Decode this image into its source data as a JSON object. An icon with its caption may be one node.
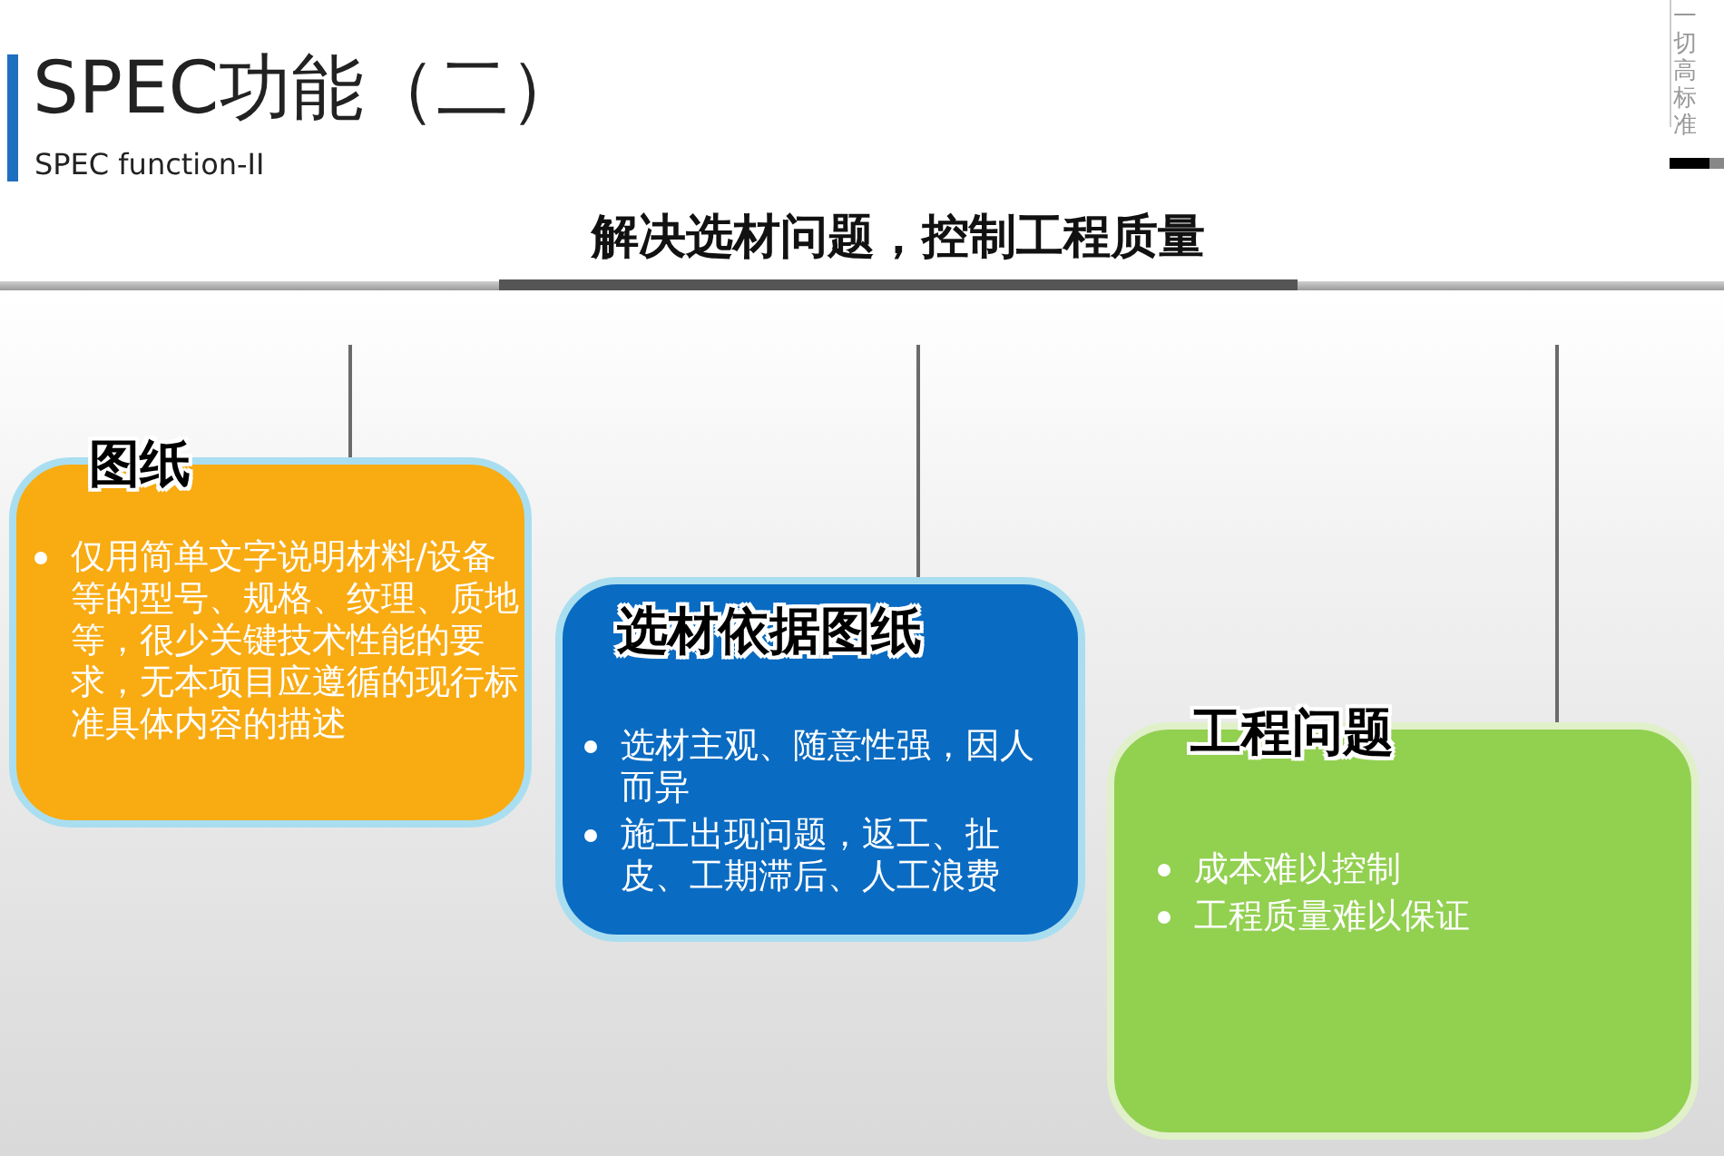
{
  "diagram": {
    "title": "SPEC功能（二）",
    "nodes": [
      {
        "text": [
          "图纸",
          "仅用简单文字说明材料/设备等的型号、规格、纹理、质地等，很少关键技术性能的要求，无本项目应遵循的现行标准具体内容的描述"
        ]
      },
      {
        "text": [
          "选材依据图纸",
          "选材主观、随意性强，因人而异",
          "施工出现问题，返工、扯皮、工期滞后、人工浪费"
        ]
      },
      {
        "text": [
          "工程问题",
          "成本难以控制",
          "工程质量难以保证"
        ]
      }
    ],
    "edges": [
      {
        "from": null,
        "to": 0,
        "arrow": "none"
      },
      {
        "from": null,
        "to": 1,
        "arrow": "none"
      },
      {
        "from": null,
        "to": 2,
        "arrow": "none"
      }
    ],
    "labels": [
      "SPEC function-II",
      "解决选材问题，控制工程质量",
      "一切高标准"
    ]
  }
}
